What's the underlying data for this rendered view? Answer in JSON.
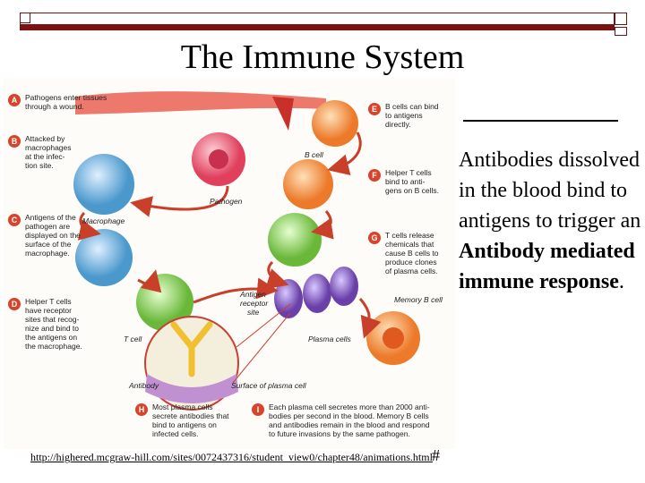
{
  "slide": {
    "title": "The Immune System",
    "side_text_plain": "Antibodies dissolved in the blood bind to antigens to trigger an",
    "side_text_bold": "Antibody mediated immune response",
    "side_text_end": ".",
    "url": "http://highered.mcgraw-hill.com/sites/0072437316/student_view0/chapter48/animations.html",
    "hash": "#"
  },
  "diagram": {
    "steps": [
      {
        "letter": "A",
        "lines": [
          "Pathogens enter tissues",
          "through a wound."
        ]
      },
      {
        "letter": "B",
        "lines": [
          "Attacked by",
          "macrophages",
          "at the infec-",
          "tion site."
        ]
      },
      {
        "letter": "C",
        "lines": [
          "Antigens of the",
          "pathogen are",
          "displayed on the",
          "surface of the",
          "macrophage."
        ]
      },
      {
        "letter": "D",
        "lines": [
          "Helper T cells",
          "have receptor",
          "sites that recog-",
          "nize and bind to",
          "the antigens on",
          "the macrophage."
        ]
      },
      {
        "letter": "E",
        "lines": [
          "B cells can bind",
          "to antigens",
          "directly."
        ]
      },
      {
        "letter": "F",
        "lines": [
          "Helper T cells",
          "bind to anti-",
          "gens on B cells."
        ]
      },
      {
        "letter": "G",
        "lines": [
          "T cells release",
          "chemicals that",
          "cause B cells to",
          "produce clones",
          "of plasma cells."
        ]
      },
      {
        "letter": "H",
        "lines": [
          "Most plasma cells",
          "secrete antibodies that",
          "bind to antigens on",
          "infected cells."
        ]
      },
      {
        "letter": "I",
        "lines": [
          "Each plasma cell secretes more than 2000 anti-",
          "bodies per second in the blood. Memory B cells",
          "and antibodies remain in the blood and respond",
          "to future invasions by the same pathogen."
        ]
      }
    ],
    "labels": {
      "pathogen": "Pathogen",
      "macrophage": "Macrophage",
      "b_cell": "B cell",
      "t_cell": "T cell",
      "antigen_receptor": [
        "Antigen",
        "receptor",
        "site"
      ],
      "plasma_cells": "Plasma cells",
      "memory_b_cell": "Memory B cell",
      "antibody": "Antibody",
      "surface_plasma": "Surface of plasma cell"
    }
  },
  "colors": {
    "frame": "#7a1212",
    "step_badge": "#d9432b",
    "pathogen_cell": "#e8506a",
    "macrophage": "#5aa8d8",
    "b_cell": "#f08a3a",
    "helper_t": "#7fc24a",
    "plasma": "#7a4fb0",
    "memory": "#f07a2a",
    "arrow": "#c8402a"
  }
}
